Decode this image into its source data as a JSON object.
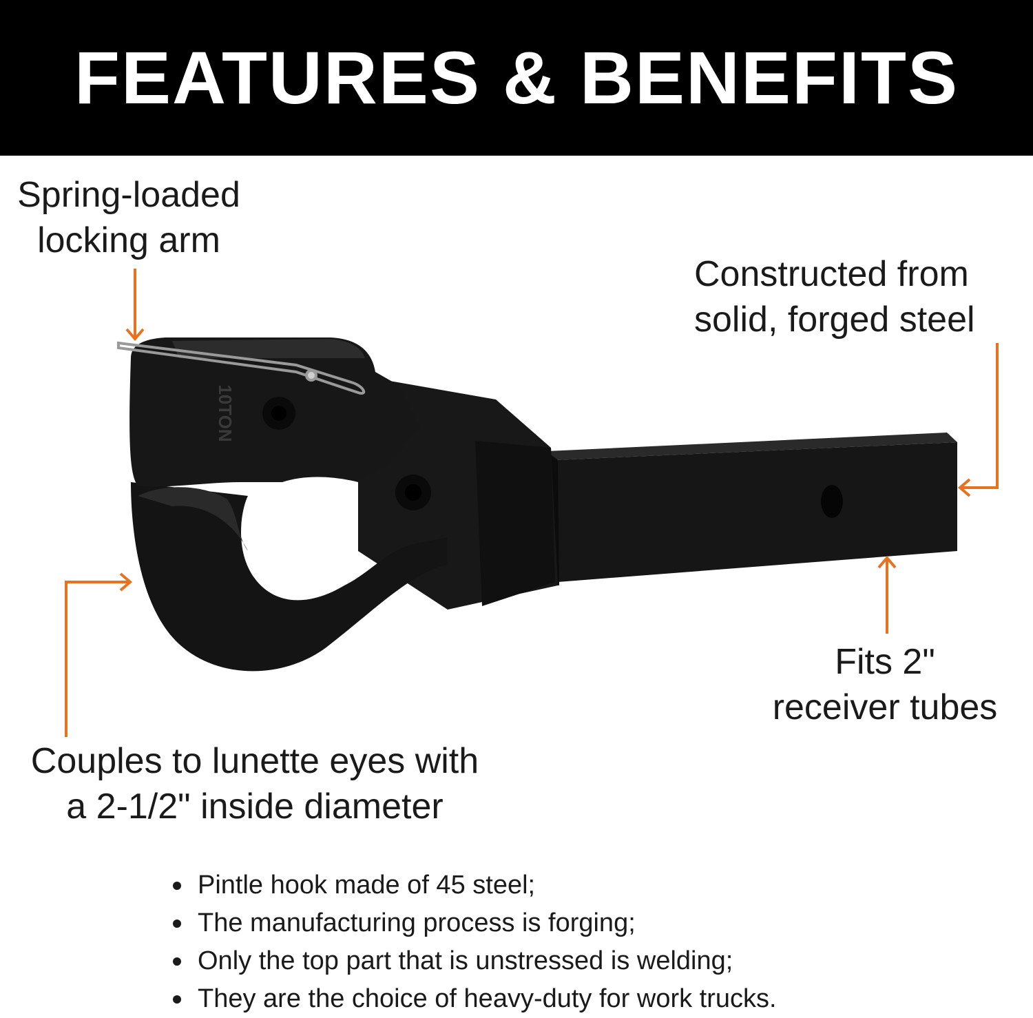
{
  "header": {
    "title": "FEATURES & BENEFITS"
  },
  "callouts": {
    "spring": {
      "line1": "Spring-loaded",
      "line2": "locking arm"
    },
    "steel": {
      "line1": "Constructed from",
      "line2": "solid, forged steel"
    },
    "fits": {
      "line1": "Fits 2\"",
      "line2": "receiver tubes"
    },
    "couples": {
      "line1": "Couples to lunette eyes with",
      "line2": "a 2-1/2\" inside diameter"
    }
  },
  "product": {
    "imprint": "10TON"
  },
  "features": [
    "Pintle hook made of 45 steel;",
    "The manufacturing process is forging;",
    "Only the top part that is unstressed is welding;",
    "They are the choice of heavy-duty for work trucks."
  ],
  "colors": {
    "accent": "#e8731f",
    "banner": "#000000",
    "product": "#141414"
  }
}
